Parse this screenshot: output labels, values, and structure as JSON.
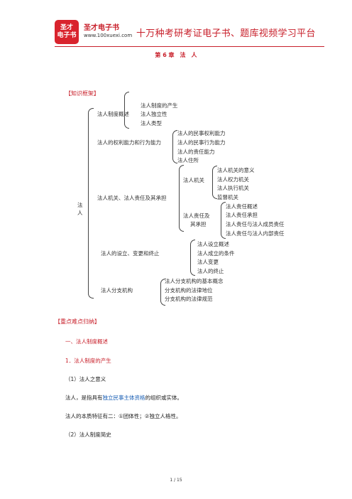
{
  "header": {
    "logo_line1": "圣才",
    "logo_line2": "电子书",
    "brand": "圣才电子书",
    "url": "www.100xuexi.com",
    "slogan": "十万种考研考证电子书、题库视频学习平台"
  },
  "chapter_title": "第 6 章　法　人",
  "framework_heading": "【知识框架】",
  "mindmap": {
    "root": "法\n人",
    "b1": {
      "label": "法人制度概述",
      "items": [
        "法人制度的产生",
        "法人独立性",
        "法人类型"
      ]
    },
    "b2": {
      "label": "法人的权利能力和行为能力",
      "items": [
        "法人的民事权利能力",
        "法人的民事行为能力",
        "法人的责任能力",
        "法人住所"
      ]
    },
    "b3": {
      "label": "法人机关、法人责任及其承担",
      "sub1": {
        "label": "法人机关",
        "items": [
          "法人机关的意义",
          "法人权力机关",
          "法人执行机关",
          "监督机关"
        ]
      },
      "sub2": {
        "label1": "法人责任及",
        "label2": "其承担",
        "items": [
          "法人责任概述",
          "法人责任承担",
          "法人责任与法人成员责任",
          "法人责任与法人内部责任"
        ]
      }
    },
    "b4": {
      "label": "法人的设立、变更和终止",
      "items": [
        "法人设立概述",
        "法人成立的条件",
        "法人变更",
        "法人的终止"
      ]
    },
    "b5": {
      "label": "法人分支机构",
      "items": [
        "法人分支机构的基本概念",
        "分支机构的法律地位",
        "分支机构的法律规范"
      ]
    }
  },
  "key_points_heading": "【重点难点归纳】",
  "body": {
    "h1": "一、法人制度概述",
    "h2": "1．法人制度的产生",
    "h3": "（1）法人之意义",
    "p1_before": "法人，是指具有",
    "p1_highlight": "独立民事主体资格",
    "p1_after": "的组织或实体。",
    "p2": "法人的本质特征有二：①团体性；②独立人格性。",
    "h4": "（2）法人制度简史"
  },
  "footer": "1 / 15"
}
